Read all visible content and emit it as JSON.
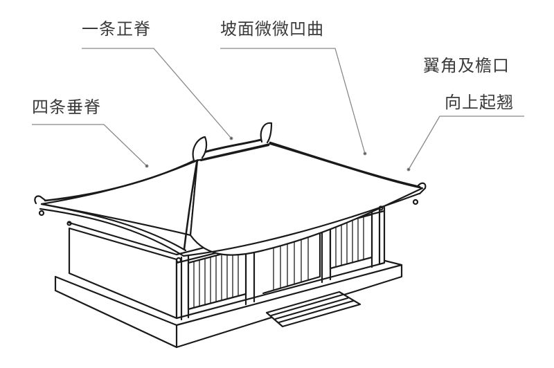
{
  "labels": {
    "main_ridge": "一条正脊",
    "slope": "坡面微微凹曲",
    "corner_line1": "翼角及檐口",
    "corner_line2": "向上起翘",
    "hip_ridges": "四条垂脊"
  },
  "colors": {
    "line": "#1a1a1a",
    "leader": "#888888",
    "text": "#3a3a3a",
    "background": "#ffffff"
  }
}
